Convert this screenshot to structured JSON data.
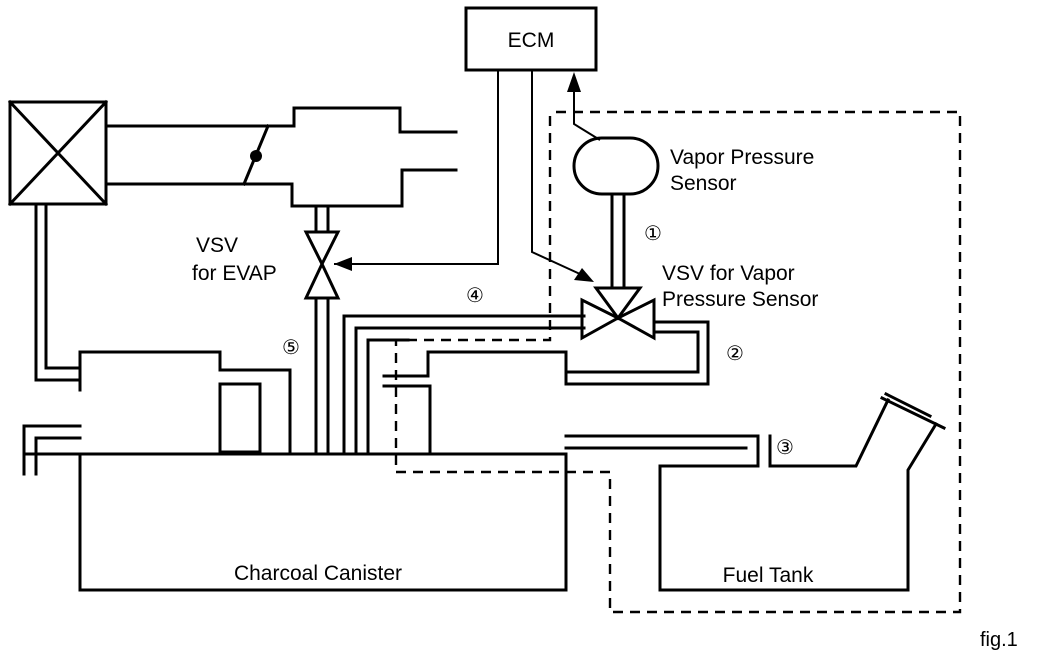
{
  "labels": {
    "ecm": "ECM",
    "vapor_pressure_sensor_line1": "Vapor Pressure",
    "vapor_pressure_sensor_line2": "Sensor",
    "vsv_evap_line1": "VSV",
    "vsv_evap_line2": "for EVAP",
    "vsv_vapor_line1": "VSV for Vapor",
    "vsv_vapor_line2": "Pressure Sensor",
    "charcoal_canister": "Charcoal Canister",
    "fuel_tank": "Fuel Tank",
    "figure_caption": "fig.1"
  },
  "markers": {
    "m1": "①",
    "m2": "②",
    "m3": "③",
    "m4": "④",
    "m5": "⑤"
  }
}
